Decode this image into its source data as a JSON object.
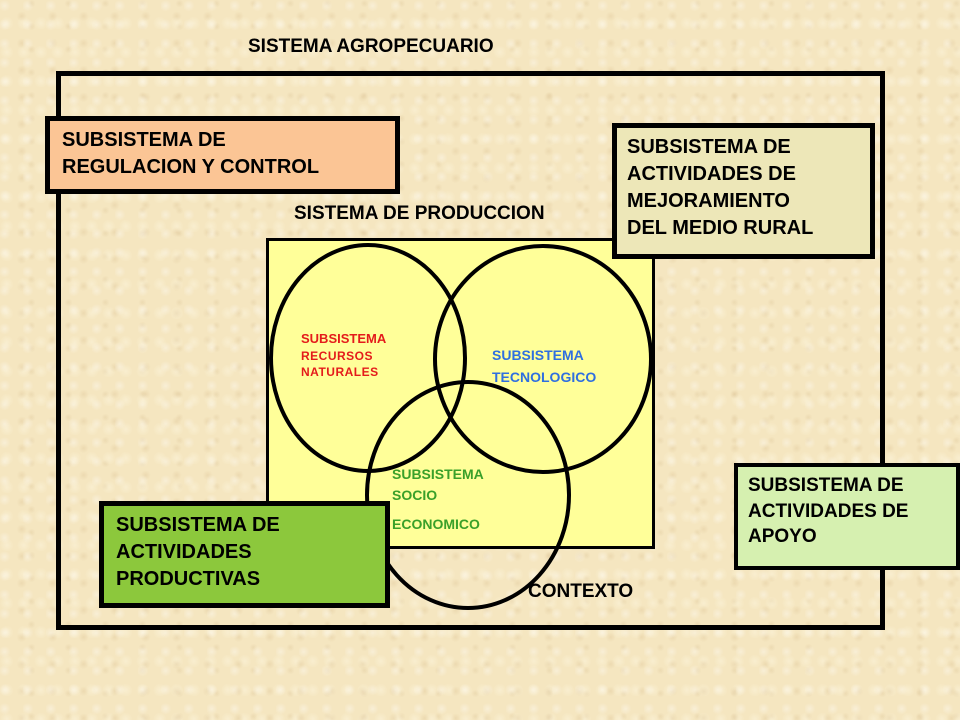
{
  "diagram": {
    "title_main": "SISTEMA AGROPECUARIO",
    "title_production": "SISTEMA DE PRODUCCION",
    "title_context": "CONTEXTO",
    "circles": {
      "natural_resources": {
        "line1": "SUBSISTEMA",
        "line2": "RECURSOS",
        "line3": "NATURALES",
        "color": "#e41b1b"
      },
      "technological": {
        "line1": "SUBSISTEMA",
        "line2": "TECNOLOGICO",
        "color": "#2f6fe0"
      },
      "socioeconomic": {
        "line1": "SUBSISTEMA",
        "line2": "SOCIO",
        "line3": "ECONOMICO",
        "color": "#3aa02a"
      }
    },
    "boxes": {
      "regulation": {
        "line1": "SUBSISTEMA DE",
        "line2": "REGULACION Y CONTROL",
        "color": "#fbc595"
      },
      "rural_improvement": {
        "line1": "SUBSISTEMA DE",
        "line2": "ACTIVIDADES DE",
        "line3": "MEJORAMIENTO",
        "line4": "DEL MEDIO RURAL",
        "color": "#ede7b8"
      },
      "support": {
        "line1": "SUBSISTEMA DE",
        "line2": "ACTIVIDADES DE",
        "line3": "APOYO",
        "color": "#d6f0b0"
      },
      "productive": {
        "line1": "SUBSISTEMA DE",
        "line2": "ACTIVIDADES",
        "line3": "PRODUCTIVAS",
        "color": "#8cc83c"
      }
    },
    "colors": {
      "background": "#f5e6c0",
      "production_fill": "#ffff99"
    }
  }
}
